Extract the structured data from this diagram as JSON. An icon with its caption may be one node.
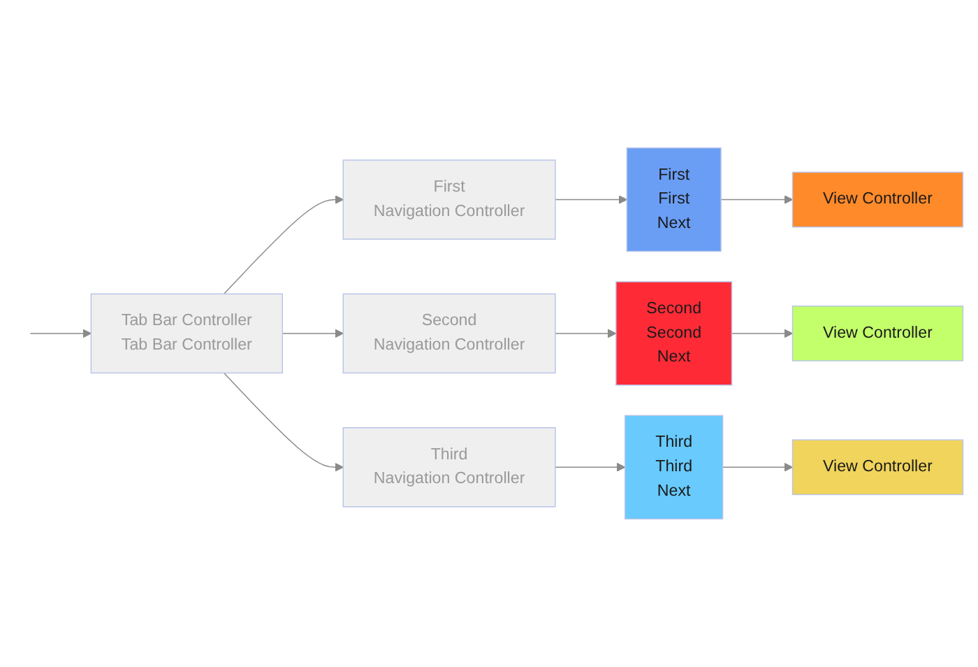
{
  "diagram": {
    "nodes": [
      {
        "text": [
          "Tab Bar Controller",
          "Tab Bar Controller"
        ]
      },
      {
        "text": [
          "First",
          "Navigation Controller"
        ]
      },
      {
        "text": [
          "First",
          "First",
          "Next"
        ]
      },
      {
        "text": [
          "View Controller"
        ]
      },
      {
        "text": [
          "Second",
          "Navigation Controller"
        ]
      },
      {
        "text": [
          "Second",
          "Second",
          "Next"
        ]
      },
      {
        "text": [
          "View Controller"
        ]
      },
      {
        "text": [
          "Third",
          "Navigation Controller"
        ]
      },
      {
        "text": [
          "Third",
          "Third",
          "Next"
        ]
      },
      {
        "text": [
          "View Controller"
        ]
      }
    ],
    "edges": [
      {
        "from": null,
        "to": 0,
        "arrow": "to"
      },
      {
        "from": 0,
        "to": 1,
        "arrow": "to"
      },
      {
        "from": 0,
        "to": 4,
        "arrow": "to"
      },
      {
        "from": 0,
        "to": 7,
        "arrow": "to"
      },
      {
        "from": 1,
        "to": 2,
        "arrow": "to"
      },
      {
        "from": 2,
        "to": 3,
        "arrow": "to"
      },
      {
        "from": 4,
        "to": 5,
        "arrow": "to"
      },
      {
        "from": 5,
        "to": 6,
        "arrow": "to"
      },
      {
        "from": 7,
        "to": 8,
        "arrow": "to"
      },
      {
        "from": 8,
        "to": 9,
        "arrow": "to"
      }
    ]
  }
}
